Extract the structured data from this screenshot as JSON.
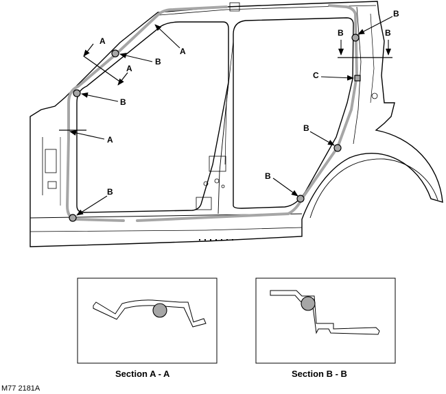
{
  "labels": {
    "a": "A",
    "b": "B",
    "c": "C"
  },
  "captions": {
    "section_aa": "Section A - A",
    "section_bb": "Section B - B"
  },
  "figure_ref": "M77 2181A",
  "colors": {
    "line": "#000000",
    "body_fill": "#ffffff",
    "seal_path": "#a6a6a6",
    "seal_marker": "#a6a6a6"
  }
}
